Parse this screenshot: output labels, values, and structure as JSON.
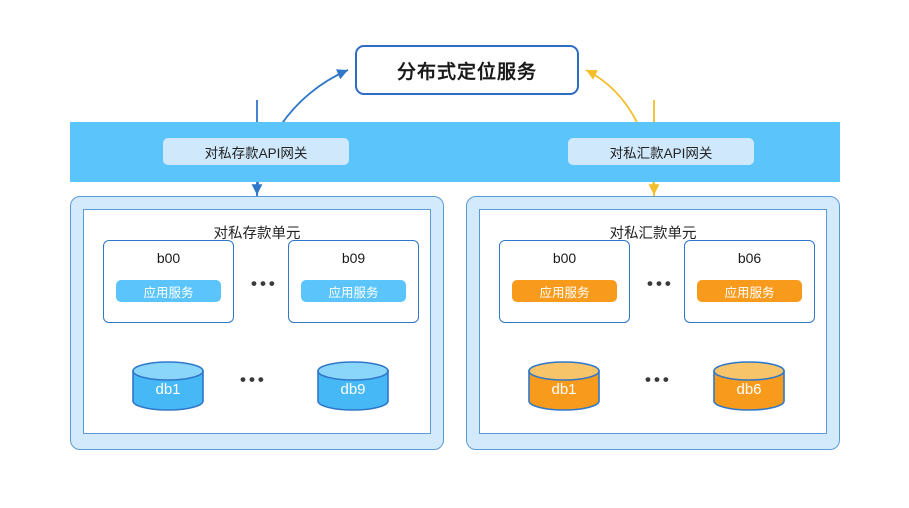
{
  "service_box": {
    "title": "分布式定位服务"
  },
  "banner": {
    "gateways": [
      {
        "label": "对私存款API网关",
        "side": "left"
      },
      {
        "label": "对私汇款API网关",
        "side": "right"
      }
    ]
  },
  "units": [
    {
      "title": "对私存款单元",
      "accent": "#5bc5fb",
      "nodes": [
        {
          "name": "b00",
          "service_label": "应用服务"
        },
        {
          "name": "b09",
          "service_label": "应用服务"
        }
      ],
      "ellipsis_nodes": "•••",
      "databases": [
        {
          "label": "db1"
        },
        {
          "label": "db9"
        }
      ],
      "ellipsis_databases": "•••"
    },
    {
      "title": "对私汇款单元",
      "accent": "#f89b1c",
      "nodes": [
        {
          "name": "b00",
          "service_label": "应用服务"
        },
        {
          "name": "b06",
          "service_label": "应用服务"
        }
      ],
      "ellipsis_nodes": "•••",
      "databases": [
        {
          "label": "db1"
        },
        {
          "label": "db6"
        }
      ],
      "ellipsis_databases": "•••"
    }
  ],
  "colors": {
    "banner": "#5bc5fb",
    "gateway_pill": "#cfe8fb",
    "unit_outer": "#d3eafc",
    "border_blue": "#5b9bd5",
    "node_border": "#2f77c9",
    "service_blue": "#5bc5fb",
    "service_orange": "#f89b1c",
    "db_blue_body": "#46b8f5",
    "db_blue_top": "#8ad6fa",
    "db_orange_body": "#f89b1c",
    "db_orange_top": "#f8c46a",
    "arrow_blue": "#2f77c9",
    "arrow_yellow": "#f4bd2a",
    "db_arrow_blue": "#5b9bd5",
    "db_arrow_orange": "#f7b27a"
  }
}
